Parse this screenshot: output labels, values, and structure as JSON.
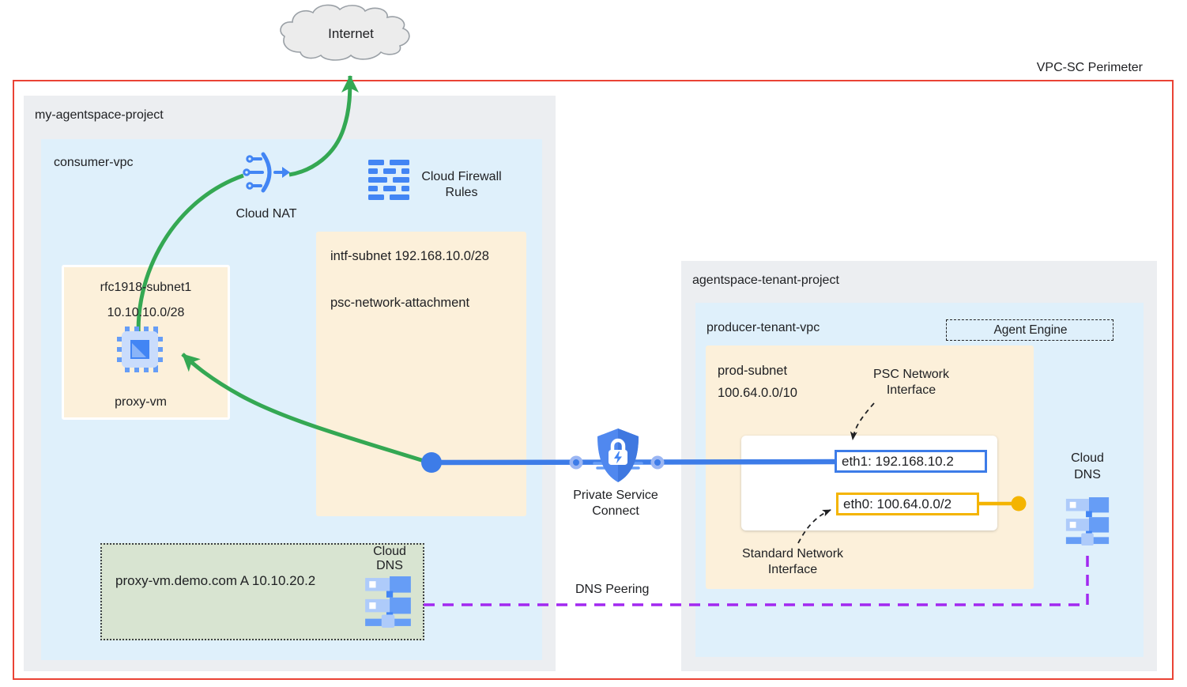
{
  "perimeter": {
    "label": "VPC-SC Perimeter"
  },
  "internet": {
    "label": "Internet"
  },
  "project_left": {
    "title": "my-agentspace-project",
    "vpc": {
      "title": "consumer-vpc",
      "cloud_nat": "Cloud NAT",
      "firewall": "Cloud Firewall\nRules",
      "intf_subnet_line1": "intf-subnet 192.168.10.0/28",
      "intf_subnet_line2": "psc-network-attachment",
      "rfc_subnet_name": "rfc1918-subnet1",
      "rfc_subnet_cidr": "10.10.10.0/28",
      "proxy_vm": "proxy-vm",
      "dns_record": "proxy-vm.demo.com  A 10.10.20.2",
      "dns_title": "Cloud\nDNS"
    }
  },
  "psc": {
    "label": "Private Service\nConnect"
  },
  "dns_peering": {
    "label": "DNS Peering"
  },
  "project_right": {
    "title": "agentspace-tenant-project",
    "vpc": {
      "title": "producer-tenant-vpc",
      "agent_engine": "Agent Engine",
      "subnet_name": "prod-subnet",
      "subnet_cidr": "100.64.0.0/10",
      "eth1": "eth1: 192.168.10.2",
      "eth0": "eth0: 100.64.0.0/2",
      "psc_interface": "PSC Network\nInterface",
      "std_interface": "Standard Network\nInterface",
      "dns_title": "Cloud\nDNS"
    }
  },
  "colors": {
    "perimeter-red": "#ea4335",
    "flow-green": "#34a853",
    "psc-blue": "#3d7ce8",
    "icon-blue": "#4285f4",
    "icon-blue-light": "#aecbfa",
    "icon-blue-mid": "#669df6",
    "gold": "#f4b400",
    "dns-purple": "#a229f0",
    "project-gray": "#eceef1",
    "vpc-blue": "#dff0fb",
    "subnet-cream": "#fcf0da",
    "dns-zone-green": "#d8e4d1",
    "text-dark": "#202124"
  }
}
